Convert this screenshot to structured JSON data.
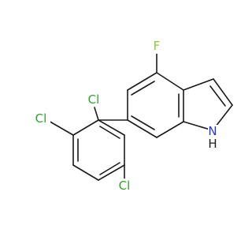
{
  "colors": {
    "background": "#ffffff",
    "bond": "#1a1a1a",
    "fluorine": "#8fc63c",
    "chlorine": "#2ea22e",
    "nitrogen": "#2a35d6",
    "hydrogen_on_n": "#1a1a1a"
  },
  "atoms": {
    "f": "F",
    "cl_top": "Cl",
    "cl_left": "Cl",
    "cl_bottom": "Cl",
    "n": "N",
    "h": "H"
  }
}
